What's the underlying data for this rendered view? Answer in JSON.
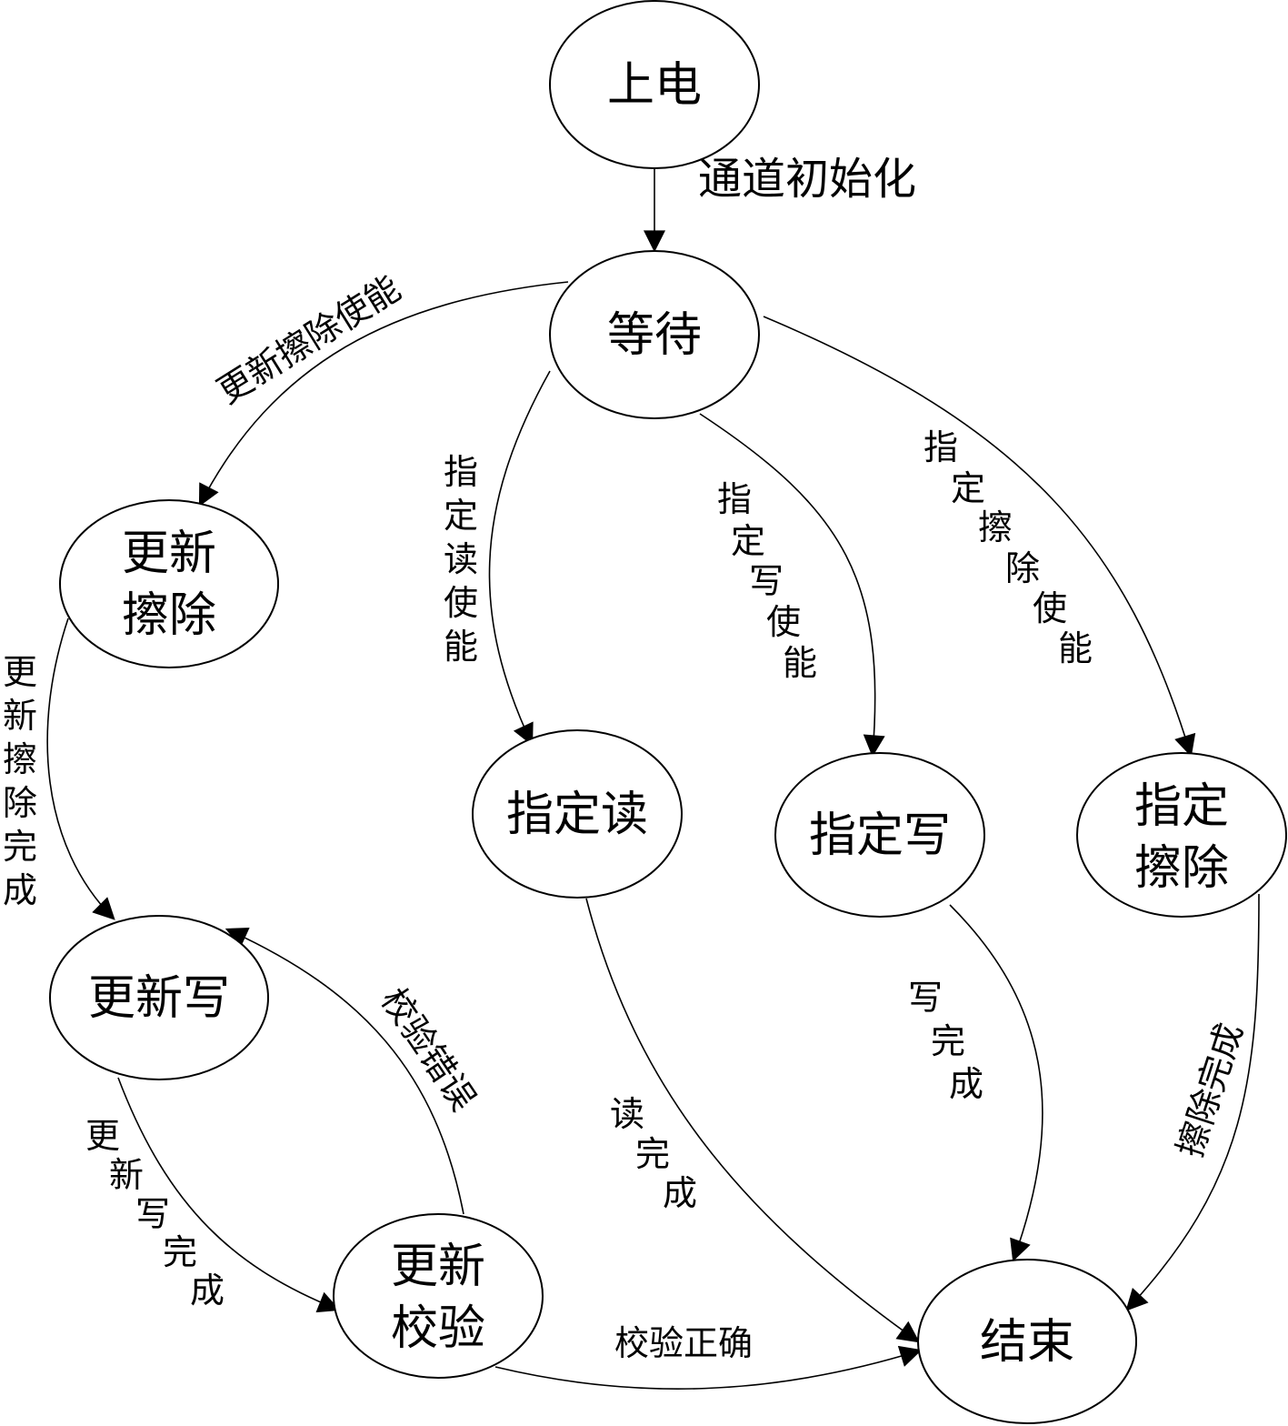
{
  "nodes": {
    "power_on": "上电",
    "wait": "等待",
    "update_erase": [
      "更新",
      "擦除"
    ],
    "read": "指定读",
    "write": "指定写",
    "erase": [
      "指定",
      "擦除"
    ],
    "update_write": "更新写",
    "update_verify": [
      "更新",
      "校验"
    ],
    "end": "结束"
  },
  "edges": {
    "init": "通道初始化",
    "update_erase_enable": "更新擦除使能",
    "read_enable": [
      "指",
      "定",
      "读",
      "使",
      "能"
    ],
    "write_enable": [
      "指",
      "定",
      "写",
      "使",
      "能"
    ],
    "erase_enable": [
      "指",
      "定",
      "擦",
      "除",
      "使",
      "能"
    ],
    "update_erase_done": [
      "更",
      "新",
      "擦",
      "除",
      "完",
      "成"
    ],
    "verify_error": "校验错误",
    "update_write_done": [
      "更",
      "新",
      "写",
      "完",
      "成"
    ],
    "read_done": [
      "读",
      "完",
      "成"
    ],
    "write_done": [
      "写",
      "完",
      "成"
    ],
    "erase_done": "擦除完成",
    "verify_ok": "校验正确"
  }
}
